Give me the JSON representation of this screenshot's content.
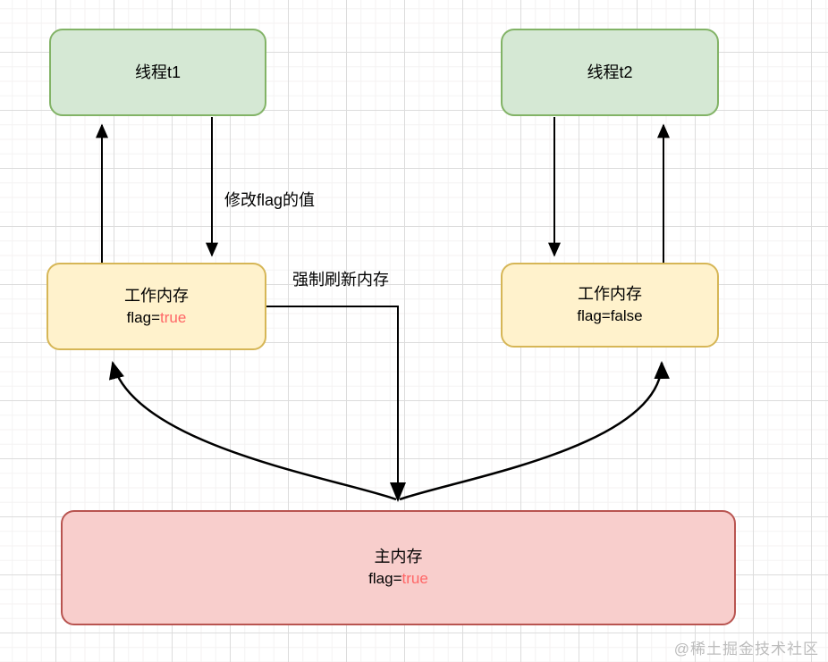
{
  "diagram": {
    "nodes": {
      "thread1": {
        "label": "线程t1"
      },
      "thread2": {
        "label": "线程t2"
      },
      "working1": {
        "title": "工作内存",
        "flag_prefix": "flag=",
        "flag_value": "true",
        "value_style": "color:#ff6666"
      },
      "working2": {
        "title": "工作内存",
        "flag_prefix": "flag=",
        "flag_value": "false",
        "value_style": "color:#000000"
      },
      "main_memory": {
        "title": "主内存",
        "flag_prefix": "flag=",
        "flag_value": "true",
        "value_style": "color:#ff6666"
      }
    },
    "edge_labels": {
      "modify_flag": "修改flag的值",
      "force_flush": "强制刷新内存"
    },
    "colors": {
      "thread_fill": "#d5e8d4",
      "thread_border": "#82b366",
      "working_fill": "#fff2cc",
      "working_border": "#d6b656",
      "main_fill": "#f8cecc",
      "main_border": "#b85450",
      "highlight_value": "#ff6666",
      "arrow": "#000000",
      "grid_major": "#dcdcdc",
      "grid_minor": "#f4f2f2"
    }
  },
  "watermark": {
    "text": "@稀土掘金技术社区"
  }
}
